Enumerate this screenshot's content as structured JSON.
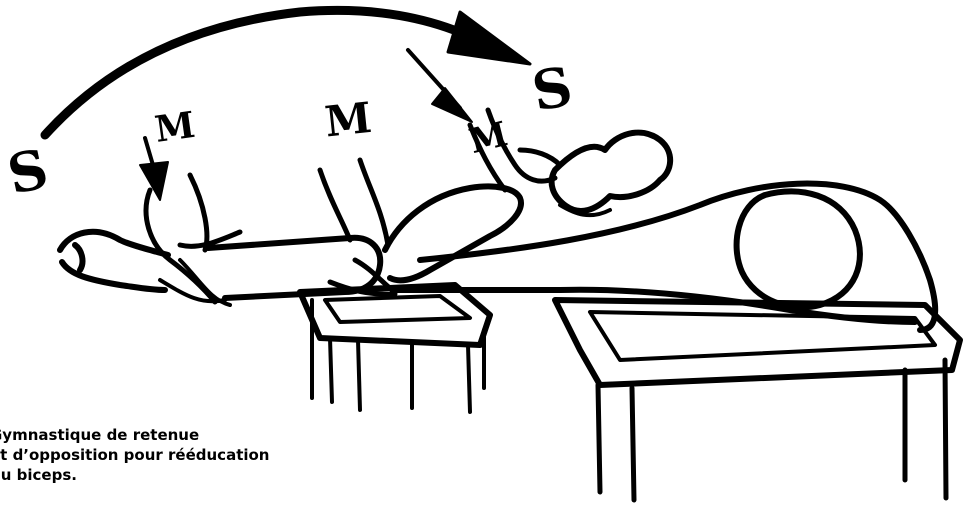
{
  "figure": {
    "labels": {
      "s_left": "S",
      "s_right": "S",
      "m_left": "M",
      "m_center": "M",
      "m_right": "M"
    },
    "caption_lines": [
      "Gymnastique de retenue",
      "et d’opposition pour rééducation",
      "du biceps."
    ]
  }
}
